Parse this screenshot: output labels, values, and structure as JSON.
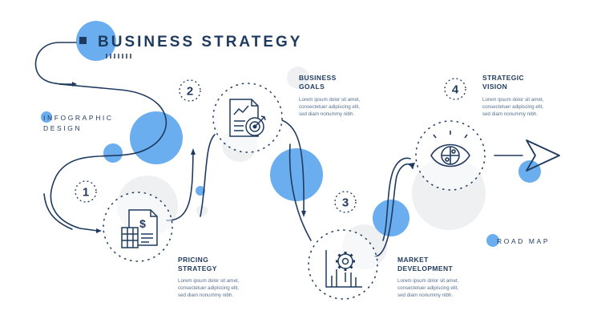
{
  "title": "BUSINESS STRATEGY",
  "subtitle": {
    "line1": "INFOGRAPHIC",
    "line2": "DESIGN"
  },
  "footer_label": "ROAD MAP",
  "steps": [
    {
      "number": "1",
      "heading": [
        "PRICING",
        "STRATEGY"
      ],
      "icon": "invoice-calculator-icon",
      "text": [
        "Lorem ipsum dolor sit amet,",
        "consectetuer adipiscing elit,",
        "sed diam nonummy nibh."
      ]
    },
    {
      "number": "2",
      "heading": [
        "BUSINESS",
        "GOALS"
      ],
      "icon": "report-target-icon",
      "text": [
        "Lorem ipsum dolor sit amet,",
        "consectetuer adipiscing elit,",
        "sed diam nonummy nibh."
      ]
    },
    {
      "number": "3",
      "heading": [
        "MARKET",
        "DEVELOPMENT"
      ],
      "icon": "gear-chart-icon",
      "text": [
        "Lorem ipsum dolor sit amet,",
        "consectetuer adipiscing elit,",
        "sed diam nonummy nibh."
      ]
    },
    {
      "number": "4",
      "heading": [
        "STRATEGIC",
        "VISION"
      ],
      "icon": "eye-puzzle-icon",
      "text": [
        "Lorem ipsum dolor sit amet,",
        "consectetuer adipiscing elit,",
        "sed diam nonummy nibh."
      ]
    }
  ],
  "colors": {
    "navy": "#1f3a5f",
    "blue": "#6aaef0",
    "gray": "#eef0f2",
    "body_text": "#56708f"
  }
}
